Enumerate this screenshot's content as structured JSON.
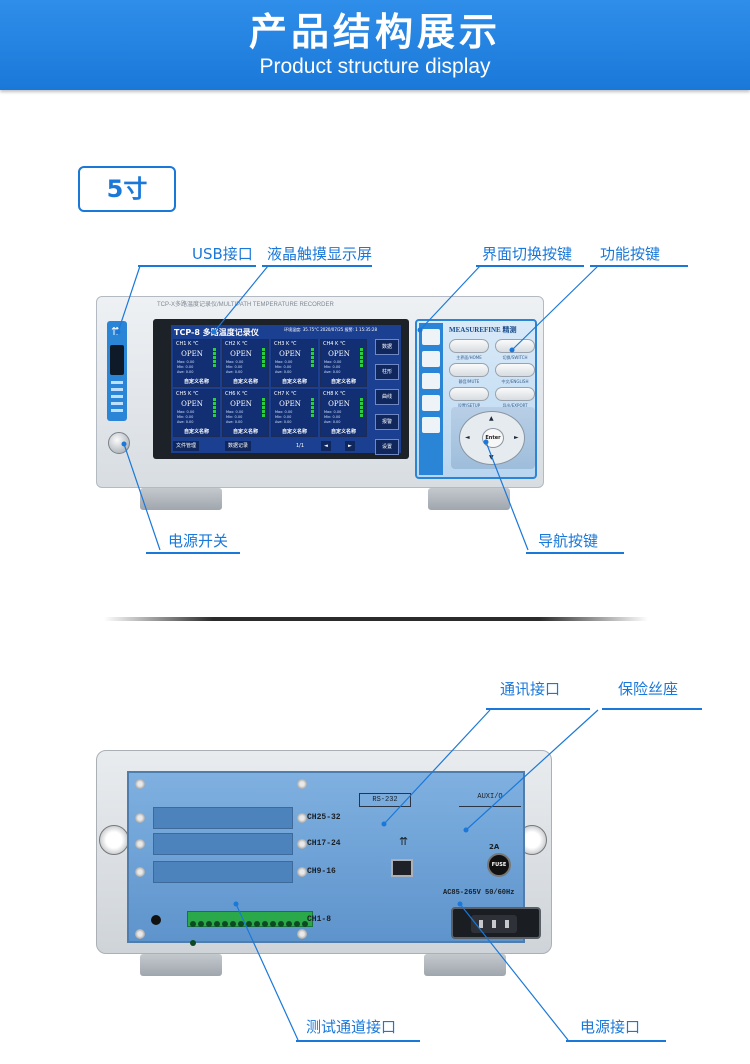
{
  "banner": {
    "title": "产品结构展示",
    "subtitle": "Product structure display"
  },
  "size_badge": "5寸",
  "front_labels": {
    "usb": "USB接口",
    "lcd": "液晶触摸显示屏",
    "switch_keys": "界面切换按键",
    "function_keys": "功能按键",
    "power_switch": "电源开关",
    "nav_keys": "导航按键"
  },
  "device_front": {
    "header_text": "TCP-X多路温度记录仪/MULTIPATH TEMPERATURE RECORDER",
    "screen_title": "TCP-8  多路温度记录仪",
    "screen_meta": "环境温度: 35.75°C  2020/07/25  报警: 1  15:35:28",
    "channels": [
      {
        "head": "CH1   K   ℃",
        "value": "OPEN",
        "name": "自定义名称"
      },
      {
        "head": "CH2   K   ℃",
        "value": "OPEN",
        "name": "自定义名称"
      },
      {
        "head": "CH3   K   ℃",
        "value": "OPEN",
        "name": "自定义名称"
      },
      {
        "head": "CH4   K   ℃",
        "value": "OPEN",
        "name": "自定义名称"
      },
      {
        "head": "CH5   K   ℃",
        "value": "OPEN",
        "name": "自定义名称"
      },
      {
        "head": "CH6   K   ℃",
        "value": "OPEN",
        "name": "自定义名称"
      },
      {
        "head": "CH7   K   ℃",
        "value": "OPEN",
        "name": "自定义名称"
      },
      {
        "head": "CH8   K   ℃",
        "value": "OPEN",
        "name": "自定义名称"
      }
    ],
    "stats_text": "Max: 0.00\nMin: 0.00\nAve: 0.00",
    "side_buttons": [
      "数据",
      "柱形",
      "曲线",
      "报警",
      "设置"
    ],
    "footer": {
      "files": "文件管理",
      "records": "数据记录",
      "page": "1/1",
      "prev": "◄",
      "next": "►"
    },
    "brand": "MEASUREFINE 精测",
    "function_keys": [
      "主界面/HOME",
      "切换/SWITCH",
      "静音/MUTE",
      "中文/ENGLISH",
      "设置/SETUP",
      "导出/EXPORT"
    ],
    "enter_label": "Enter"
  },
  "rear_labels": {
    "comm_port": "通讯接口",
    "fuse_holder": "保险丝座",
    "test_channels": "测试通道接口",
    "power_port": "电源接口"
  },
  "device_rear": {
    "rs232": "RS-232",
    "auxio": "AUXI/O",
    "slots": [
      "CH25-32",
      "CH17-24",
      "CH9-16",
      "CH1-8"
    ],
    "fuse_rating": "2A",
    "fuse_text": "FUSE",
    "ac_rating": "AC85-265V 50/60Hz"
  },
  "colors": {
    "accent": "#1a78d9",
    "screen": "#1b3f91"
  }
}
